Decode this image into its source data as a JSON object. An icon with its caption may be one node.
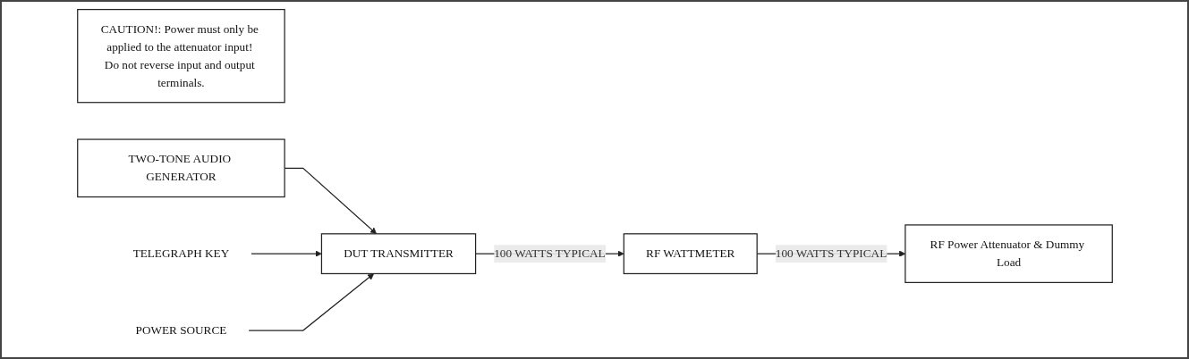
{
  "diagram": {
    "nodes": [
      {
        "text": [
          "CAUTION!: Power must only be applied to the attenuator input! Do not reverse input and output terminals."
        ]
      },
      {
        "text": [
          "TWO-TONE AUDIO GENERATOR"
        ]
      },
      {
        "text": [
          "DUT TRANSMITTER"
        ]
      },
      {
        "text": [
          "RF WATTMETER"
        ]
      },
      {
        "text": [
          "RF Power Attenuator & Dummy Load"
        ]
      },
      {
        "text": [
          "TELEGRAPH KEY"
        ]
      },
      {
        "text": [
          "POWER SOURCE"
        ]
      }
    ],
    "edges": [
      {
        "from": 1,
        "to": 2,
        "arrow": "to"
      },
      {
        "from": 5,
        "to": 2,
        "arrow": "to"
      },
      {
        "from": 6,
        "to": 2,
        "arrow": "to"
      },
      {
        "from": 2,
        "to": 3,
        "arrow": "to",
        "label": "100 WATTS TYPICAL"
      },
      {
        "from": 3,
        "to": 4,
        "arrow": "to",
        "label": "100 WATTS TYPICAL"
      }
    ]
  }
}
